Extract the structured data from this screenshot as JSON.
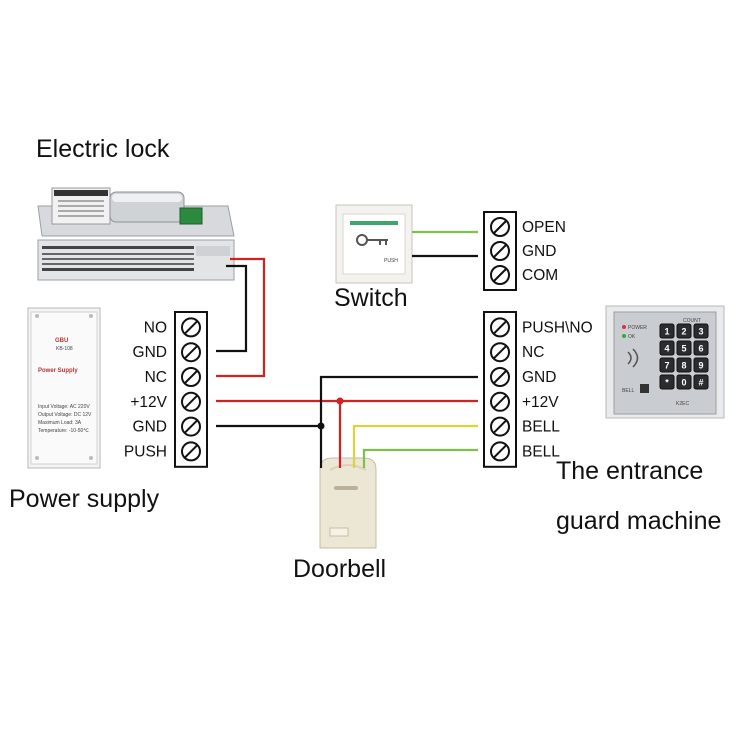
{
  "labels": {
    "electric_lock": "Electric lock",
    "power_supply": "Power supply",
    "switch": "Switch",
    "doorbell": "Doorbell",
    "entrance_line1": "The entrance",
    "entrance_line2": "guard machine"
  },
  "power_supply_terminals": [
    "NO",
    "GND",
    "NC",
    "+12V",
    "GND",
    "PUSH"
  ],
  "switch_terminals": [
    "OPEN",
    "GND",
    "COM"
  ],
  "controller_terminals": [
    "PUSH\\NO",
    "NC",
    "GND",
    "+12V",
    "BELL",
    "BELL"
  ],
  "power_supply_device": {
    "brand": "GBU",
    "model": "KB-108",
    "title": "Power Supply",
    "spec_lines": [
      "Input Voltage: AC 220V",
      "Output Voltage: DC 12V",
      "Maximum Load: 3A",
      "Temperature: -10-50℃"
    ]
  },
  "switch_device": {
    "label": "PUSH"
  },
  "keypad_device": {
    "brand": "COUNT",
    "indicators": [
      "POWER",
      "OK"
    ],
    "keys": [
      "1",
      "2",
      "3",
      "4",
      "5",
      "6",
      "7",
      "8",
      "9",
      "*",
      "0",
      "#"
    ],
    "bell_label": "BELL",
    "model": "K2EC"
  },
  "wire_colors": {
    "red": "#d42020",
    "black": "#111111",
    "green": "#7dc04a",
    "yellow": "#e0d23a"
  }
}
